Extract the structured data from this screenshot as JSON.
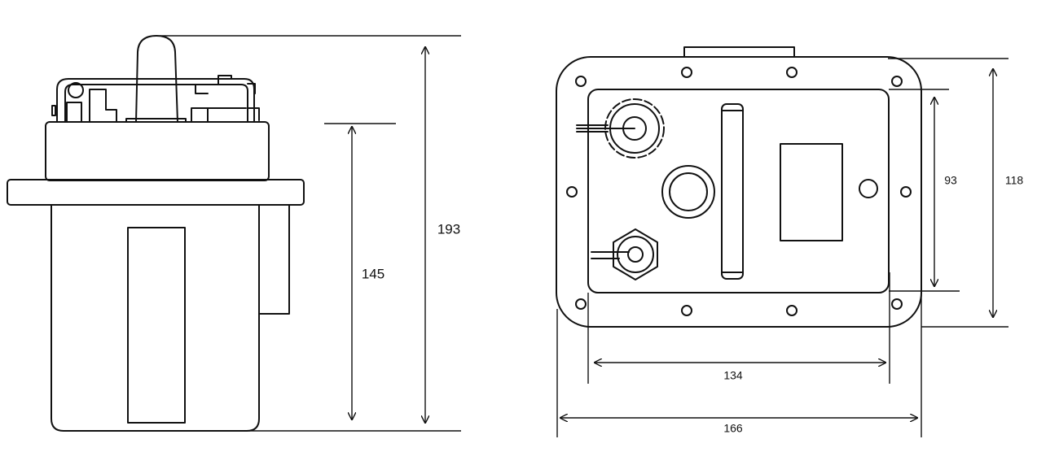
{
  "side_view": {
    "dimensions": {
      "total_height": "193",
      "body_height": "145"
    }
  },
  "front_view": {
    "dimensions": {
      "outer_height": "118",
      "inner_height": "93",
      "inner_width": "134",
      "outer_width": "166"
    }
  },
  "colors": {
    "line": "#111111",
    "background": "#ffffff"
  }
}
